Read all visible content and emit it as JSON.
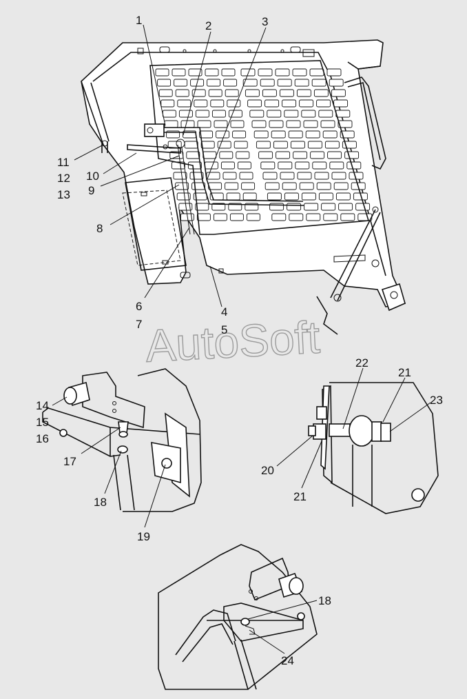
{
  "watermark": "AutoSoft",
  "callouts": [
    {
      "id": "c1",
      "text": "1"
    },
    {
      "id": "c2",
      "text": "2"
    },
    {
      "id": "c3",
      "text": "3"
    },
    {
      "id": "c4",
      "text": "4"
    },
    {
      "id": "c5",
      "text": "5"
    },
    {
      "id": "c6",
      "text": "6"
    },
    {
      "id": "c7",
      "text": "7"
    },
    {
      "id": "c8",
      "text": "8"
    },
    {
      "id": "c9",
      "text": "9"
    },
    {
      "id": "c10",
      "text": "10"
    },
    {
      "id": "c11",
      "text": "11"
    },
    {
      "id": "c12",
      "text": "12"
    },
    {
      "id": "c13",
      "text": "13"
    },
    {
      "id": "c14",
      "text": "14"
    },
    {
      "id": "c15",
      "text": "15"
    },
    {
      "id": "c16",
      "text": "16"
    },
    {
      "id": "c17",
      "text": "17"
    },
    {
      "id": "c18a",
      "text": "18"
    },
    {
      "id": "c19",
      "text": "19"
    },
    {
      "id": "c20",
      "text": "20"
    },
    {
      "id": "c21a",
      "text": "21"
    },
    {
      "id": "c21b",
      "text": "21"
    },
    {
      "id": "c22",
      "text": "22"
    },
    {
      "id": "c23",
      "text": "23"
    },
    {
      "id": "c18b",
      "text": "18"
    },
    {
      "id": "c24",
      "text": "24"
    }
  ]
}
